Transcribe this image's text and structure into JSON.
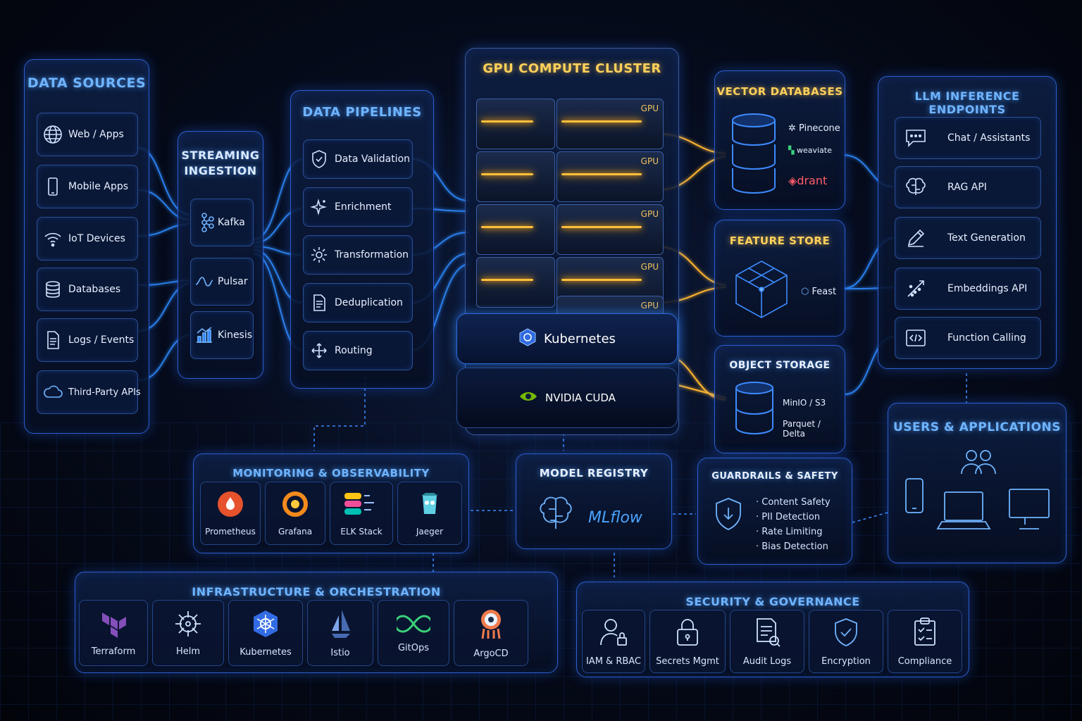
{
  "colors": {
    "accent": "#3d8bff",
    "gold": "#ffc23a",
    "panel_border": "#2b5fd0"
  },
  "data_sources": {
    "title": "DATA SOURCES",
    "items": [
      {
        "label": "Web / Apps",
        "icon": "globe-icon"
      },
      {
        "label": "Mobile Apps",
        "icon": "phone-icon"
      },
      {
        "label": "IoT Devices",
        "icon": "wifi-icon"
      },
      {
        "label": "Databases",
        "icon": "database-icon"
      },
      {
        "label": "Logs / Events",
        "icon": "document-icon"
      },
      {
        "label": "Third-Party APIs",
        "icon": "cloud-icon"
      }
    ]
  },
  "streaming": {
    "title_line1": "STREAMING",
    "title_line2": "INGESTION",
    "items": [
      {
        "label": "Kafka",
        "icon": "kafka-icon"
      },
      {
        "label": "Pulsar",
        "icon": "pulsar-icon"
      },
      {
        "label": "Kinesis",
        "icon": "kinesis-icon"
      }
    ]
  },
  "pipelines": {
    "title": "DATA PIPELINES",
    "items": [
      {
        "label": "Data Validation",
        "icon": "shield-check-icon"
      },
      {
        "label": "Enrichment",
        "icon": "sparkle-icon"
      },
      {
        "label": "Transformation",
        "icon": "gear-icon"
      },
      {
        "label": "Deduplication",
        "icon": "file-icon"
      },
      {
        "label": "Routing",
        "icon": "move-arrows-icon"
      }
    ]
  },
  "gpu_cluster": {
    "title": "GPU COMPUTE CLUSTER",
    "gpu_label": "GPU",
    "base1": "Kubernetes",
    "base2": "NVIDIA CUDA"
  },
  "vector_db": {
    "title": "VECTOR DATABASES",
    "brands": [
      "Pinecone",
      "weaviate",
      "drant"
    ]
  },
  "feature_store": {
    "title": "FEATURE STORE",
    "brand": "Feast"
  },
  "object_storage": {
    "title": "OBJECT STORAGE",
    "line1": "MinIO / S3",
    "line2": "Parquet / Delta"
  },
  "llm": {
    "title": "LLM INFERENCE ENDPOINTS",
    "items": [
      {
        "label": "Chat / Assistants",
        "icon": "chat-icon"
      },
      {
        "label": "RAG API",
        "icon": "brain-icon"
      },
      {
        "label": "Text Generation",
        "icon": "pencil-icon"
      },
      {
        "label": "Embeddings API",
        "icon": "scatter-icon"
      },
      {
        "label": "Function Calling",
        "icon": "code-icon"
      }
    ]
  },
  "users": {
    "title": "USERS & APPLICATIONS"
  },
  "monitoring": {
    "title": "MONITORING & OBSERVABILITY",
    "items": [
      {
        "label": "Prometheus",
        "icon": "prometheus-icon"
      },
      {
        "label": "Grafana",
        "icon": "grafana-icon"
      },
      {
        "label": "ELK Stack",
        "icon": "elk-icon"
      },
      {
        "label": "Jaeger",
        "icon": "jaeger-icon"
      }
    ]
  },
  "registry": {
    "title": "MODEL REGISTRY",
    "brand": "MLflow"
  },
  "guardrails": {
    "title": "GUARDRAILS & SAFETY",
    "items": [
      "Content Safety",
      "PII Detection",
      "Rate Limiting",
      "Bias Detection"
    ]
  },
  "infra": {
    "title": "INFRASTRUCTURE & ORCHESTRATION",
    "items": [
      {
        "label": "Terraform",
        "icon": "terraform-icon"
      },
      {
        "label": "Helm",
        "icon": "helm-icon"
      },
      {
        "label": "Kubernetes",
        "icon": "kubernetes-icon"
      },
      {
        "label": "Istio",
        "icon": "istio-icon"
      },
      {
        "label": "GitOps",
        "icon": "gitops-icon"
      },
      {
        "label": "ArgoCD",
        "icon": "argocd-icon"
      }
    ]
  },
  "security": {
    "title": "SECURITY & GOVERNANCE",
    "items": [
      {
        "label": "IAM & RBAC",
        "icon": "user-lock-icon"
      },
      {
        "label": "Secrets Mgmt",
        "icon": "padlock-icon"
      },
      {
        "label": "Audit Logs",
        "icon": "audit-icon"
      },
      {
        "label": "Encryption",
        "icon": "shield-icon"
      },
      {
        "label": "Compliance",
        "icon": "clipboard-icon"
      }
    ]
  }
}
